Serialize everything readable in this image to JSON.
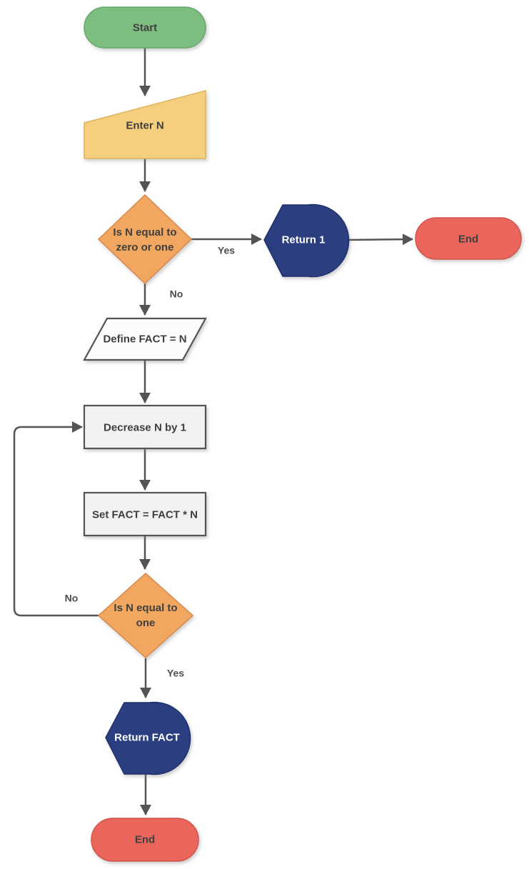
{
  "diagram_type": "flowchart",
  "nodes": {
    "start": {
      "type": "terminator",
      "label": "Start"
    },
    "enter_n": {
      "type": "manual-input",
      "label": "Enter N"
    },
    "check_zero_or_one": {
      "type": "decision",
      "line1": "Is N equal to",
      "line2": "zero or one"
    },
    "return_1": {
      "type": "display",
      "label": "Return 1"
    },
    "end_top": {
      "type": "terminator",
      "label": "End"
    },
    "define_fact": {
      "type": "data",
      "label": "Define FACT = N"
    },
    "decrease_n": {
      "type": "process",
      "label": "Decrease N by 1"
    },
    "set_fact": {
      "type": "process",
      "label": "Set FACT = FACT * N"
    },
    "check_one": {
      "type": "decision",
      "line1": "Is N equal to",
      "line2": "one"
    },
    "return_fact": {
      "type": "display",
      "label": "Return FACT"
    },
    "end_bottom": {
      "type": "terminator",
      "label": "End"
    }
  },
  "edge_labels": {
    "yes_top": "Yes",
    "no_top": "No",
    "no_loop": "No",
    "yes_bottom": "Yes"
  },
  "colors": {
    "start_fill": "#7DBE80",
    "start_stroke": "#66A86A",
    "manual_input_fill": "#F6CF7E",
    "manual_input_stroke": "#DDB45E",
    "decision_fill": "#F1A75F",
    "decision_stroke": "#D9884B",
    "display_fill": "#2A3E80",
    "display_stroke": "#20316B",
    "end_fill": "#EA655C",
    "end_stroke": "#D2544B",
    "process_fill": "#F2F2F2",
    "process_stroke": "#545454",
    "data_fill": "#FCFCFC",
    "data_stroke": "#545454",
    "connector": "#545454",
    "text_dark": "#3F3F3F",
    "text_light": "#FFFFFF"
  }
}
